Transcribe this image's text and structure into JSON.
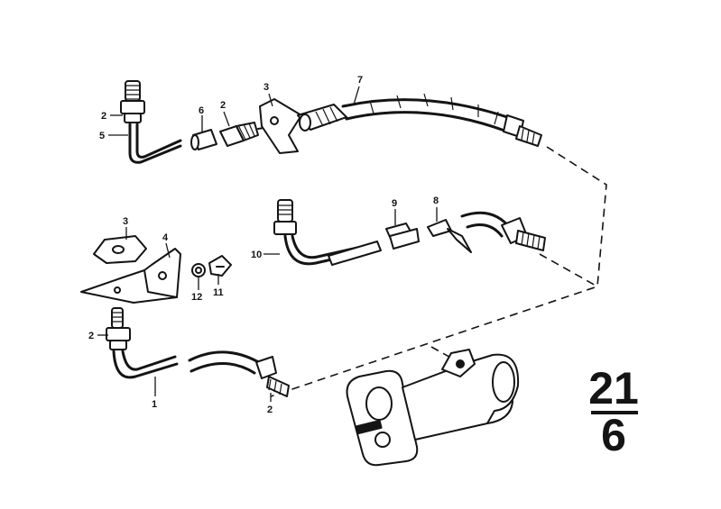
{
  "callouts": {
    "c7": "7",
    "c3_top": "3",
    "c2_top_left": "2",
    "c6": "6",
    "c2_top_mid": "2",
    "c5": "5",
    "c9": "9",
    "c8": "8",
    "c10": "10",
    "c3_mid": "3",
    "c4": "4",
    "c12": "12",
    "c11": "11",
    "c2_bottom_left": "2",
    "c1": "1",
    "c2_bottom_mid": "2"
  },
  "group_label": {
    "main_group": "21",
    "sub_group": "6"
  }
}
